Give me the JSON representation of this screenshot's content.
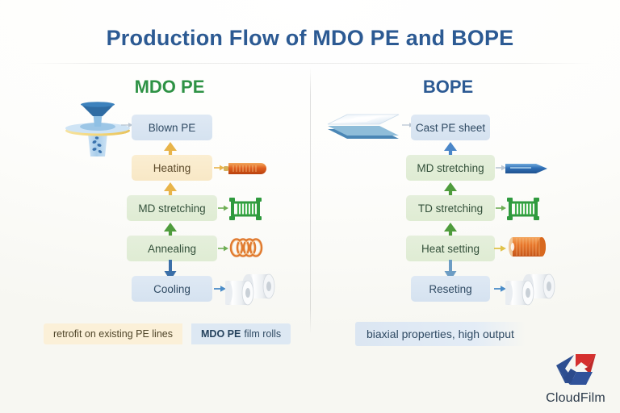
{
  "title": "Production Flow of MDO PE and BOPE",
  "columns": {
    "left": {
      "heading": "MDO PE",
      "heading_color": "#2e9245",
      "steps": [
        {
          "label": "Blown PE",
          "style": "blue",
          "icon": "blown-film-die-icon"
        },
        {
          "label": "Heating",
          "style": "cream",
          "icon": "heater-tube-icon"
        },
        {
          "label": "MD stretching",
          "style": "green",
          "icon": "stretching-frame-icon"
        },
        {
          "label": "Annealing",
          "style": "green",
          "icon": "annealing-rings-icon"
        },
        {
          "label": "Cooling",
          "style": "blue",
          "icon": "film-rolls-icon"
        }
      ],
      "flow_arrows": [
        "up",
        "up",
        "up",
        "down"
      ]
    },
    "right": {
      "heading": "BOPE",
      "heading_color": "#2c5a93",
      "steps": [
        {
          "label": "Cast PE sheet",
          "style": "blue",
          "icon": "cast-sheet-icon"
        },
        {
          "label": "MD stretching",
          "style": "green",
          "icon": "blue-arrow-icon"
        },
        {
          "label": "TD stretching",
          "style": "green",
          "icon": "stretching-frame-icon"
        },
        {
          "label": "Heat setting",
          "style": "green",
          "icon": "heat-roller-icon"
        },
        {
          "label": "Reseting",
          "style": "blue",
          "icon": "film-rolls-icon"
        }
      ],
      "flow_arrows": [
        "up",
        "up",
        "up",
        "down"
      ]
    }
  },
  "footer": {
    "retrofit_label": "retrofit on existing PE lines",
    "rolls_label_bold": "MDO PE",
    "rolls_label_rest": "film rolls",
    "biaxial_label": "biaxial properties, high output"
  },
  "logo": {
    "name": "CloudFilm",
    "mark_colors": {
      "blue_dark": "#2e4f91",
      "blue": "#30529a",
      "red": "#d5302f"
    }
  },
  "colors": {
    "title": "#2c5a93",
    "box_blue": "#dce8f4",
    "box_cream": "#f9ead0",
    "box_green": "#e3eeda",
    "arrow_blue": "#4a7fbf",
    "arrow_green": "#5fa64a",
    "arrow_cream": "#e8b44a"
  }
}
